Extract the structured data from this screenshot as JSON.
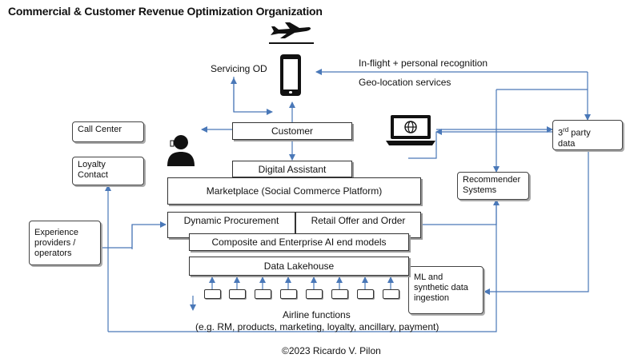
{
  "title": "Commercial & Customer Revenue Optimization Organization",
  "labels": {
    "servicing_od": "Servicing OD",
    "inflight": "In-flight + personal recognition",
    "geolocation": "Geo-location services",
    "airline_functions": "Airline functions",
    "airline_functions_detail": "(e.g. RM, products, marketing, loyalty, ancillary, payment)",
    "copyright": "©2023 Ricardo V. Pilon"
  },
  "boxes": {
    "customer": "Customer",
    "digital_assistant": "Digital Assistant",
    "marketplace": "Marketplace (Social Commerce Platform)",
    "dynamic_procurement": "Dynamic Procurement",
    "retail_offer": "Retail Offer and Order",
    "composite_ai": "Composite and Enterprise AI end models",
    "data_lakehouse": "Data Lakehouse"
  },
  "cards": {
    "call_center": "Call Center",
    "loyalty_line1": "Loyalty",
    "loyalty_line2": "Contact",
    "experience_line1": "Experience",
    "experience_line2": "providers /",
    "experience_line3": "operators",
    "recommender_line1": "Recommender",
    "recommender_line2": "Systems",
    "third_party_num": "3",
    "third_party_sup": "rd",
    "third_party_rest": " party",
    "third_party_line2": "data",
    "ml_line1": "ML and",
    "ml_line2": "synthetic data",
    "ml_line3": "ingestion"
  },
  "icons": [
    "airplane-icon",
    "smartphone-icon",
    "call-agent-icon",
    "laptop-globe-icon"
  ],
  "colors": {
    "arrow": "#4a78b8",
    "border": "#333333",
    "shadow": "#9a9a9a"
  }
}
